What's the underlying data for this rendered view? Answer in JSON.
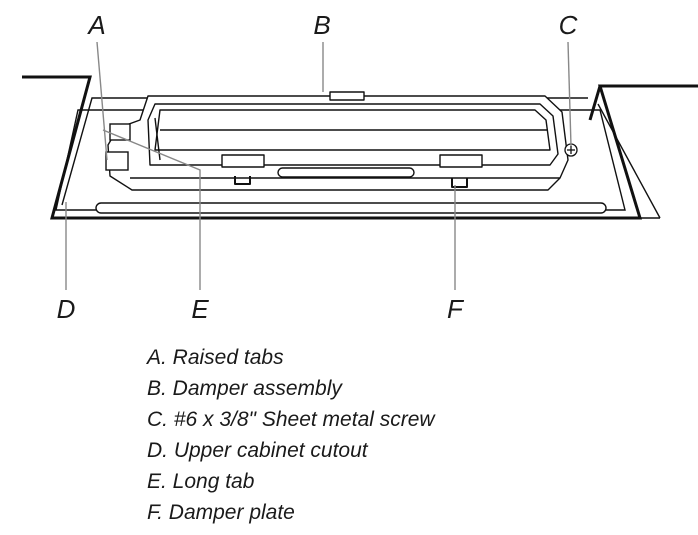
{
  "diagram": {
    "callouts": {
      "a": "A",
      "b": "B",
      "c": "C",
      "d": "D",
      "e": "E",
      "f": "F"
    }
  },
  "legend": {
    "items": [
      "A. Raised tabs",
      "B. Damper assembly",
      "C. #6 x 3/8\" Sheet metal screw",
      "D. Upper cabinet cutout",
      "E. Long tab",
      "F. Damper plate"
    ]
  }
}
